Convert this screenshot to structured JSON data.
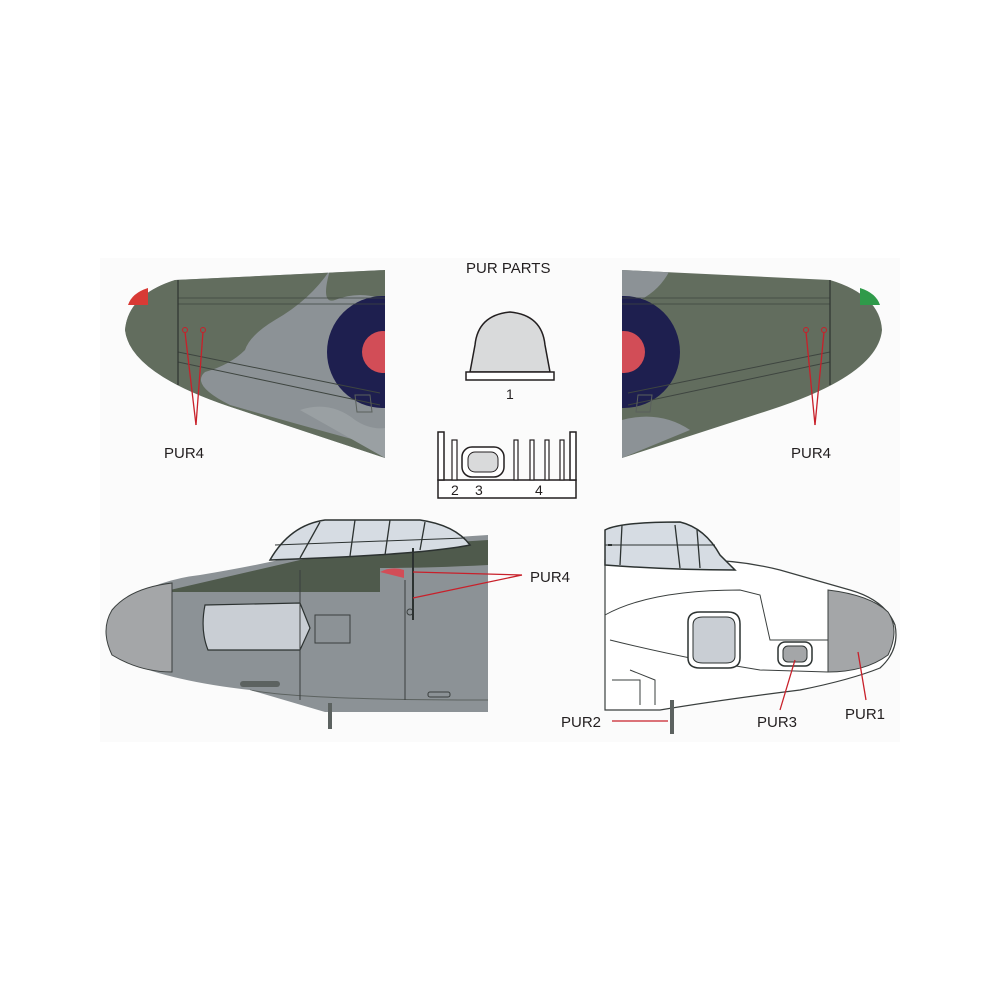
{
  "title": "PUR PARTS",
  "parts_numbers": {
    "canopy_part": "1",
    "sprue_part_a": "2",
    "sprue_part_b": "3",
    "sprue_part_c": "4"
  },
  "callouts": {
    "left_wing": "PUR4",
    "right_wing": "PUR4",
    "left_nose_top": "PUR4",
    "mast": "PUR2",
    "hatch": "PUR3",
    "nose_cone": "PUR1"
  },
  "colors": {
    "camo_grey": "#8c9296",
    "camo_green": "#626d5e",
    "dark_green": "#4f5a4c",
    "roundel_blue": "#1e1f4f",
    "roundel_red": "#d24d57",
    "nav_red": "#d83a35",
    "nav_green": "#2f9a4a",
    "leader_red": "#c8202a",
    "nose_grey": "#a4a6a8",
    "panel_light": "#c9ced4",
    "resin_light": "#d9dadb"
  }
}
